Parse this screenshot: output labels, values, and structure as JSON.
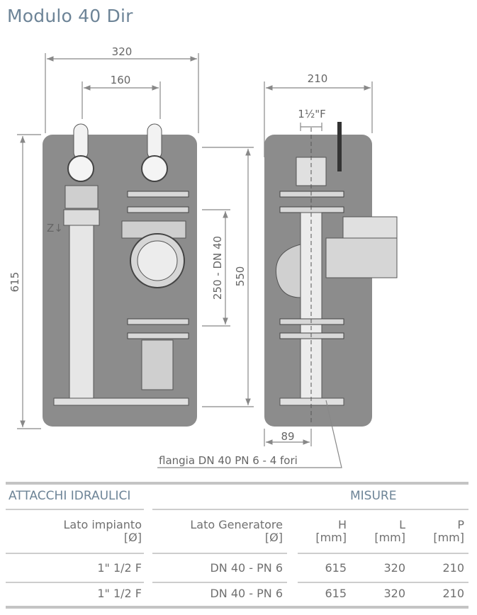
{
  "title": "Modulo 40 Dir",
  "diagram": {
    "dim_width_total": "320",
    "dim_width_inner": "160",
    "dim_height_total": "615",
    "dim_height_inner": "550",
    "dim_flange_distance": "250 - DN 40",
    "dim_depth": "210",
    "dim_connection": "1½\"F",
    "dim_offset": "89",
    "label_z": "Z↓",
    "flange_note": "flangia DN 40 PN 6 - 4 fori"
  },
  "table": {
    "group_left": "ATTACCHI IDRAULICI",
    "group_right": "MISURE",
    "columns": [
      {
        "label": "Lato impianto",
        "unit": "[Ø]"
      },
      {
        "label": "Lato Generatore",
        "unit": "[Ø]"
      },
      {
        "label": "H",
        "unit": "[mm]"
      },
      {
        "label": "L",
        "unit": "[mm]"
      },
      {
        "label": "P",
        "unit": "[mm]"
      }
    ],
    "rows": [
      [
        "1\" 1/2 F",
        "DN 40 - PN 6",
        "615",
        "320",
        "210"
      ],
      [
        "1\" 1/2 F",
        "DN 40 - PN 6",
        "615",
        "320",
        "210"
      ]
    ]
  }
}
